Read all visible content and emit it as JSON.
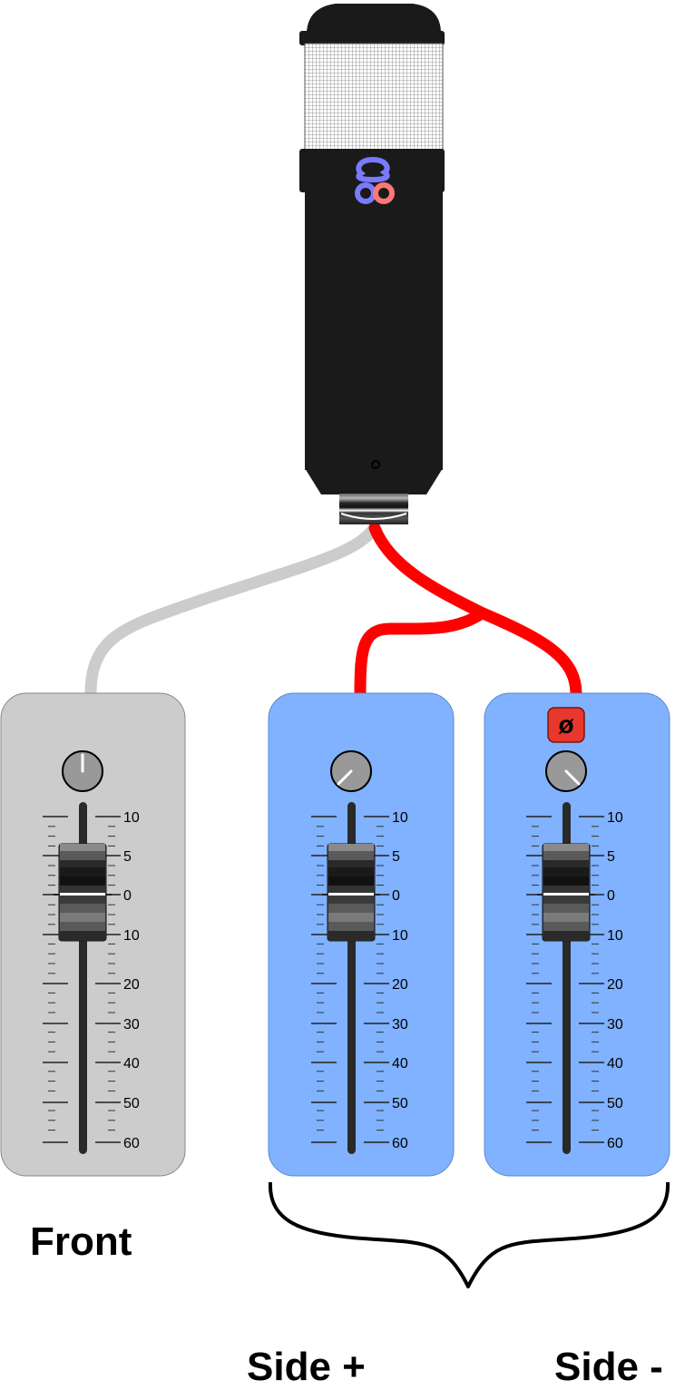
{
  "labels": {
    "front": "Front",
    "side_plus": "Side +",
    "side_minus": "Side -"
  },
  "scale_labels": [
    "10",
    "5",
    "0",
    "10",
    "20",
    "30",
    "40",
    "50",
    "60"
  ],
  "phase_symbol": "ø",
  "channels": [
    {
      "id": "front",
      "color": "#cccccc",
      "knob": "center",
      "phase_button": false,
      "cable_color": "#cccccc"
    },
    {
      "id": "side-plus",
      "color": "#80b2ff",
      "knob": "left",
      "phase_button": false,
      "cable_color": "#ff0000"
    },
    {
      "id": "side-minus",
      "color": "#80b2ff",
      "knob": "right",
      "phase_button": true,
      "cable_color": "#ff0000"
    }
  ],
  "colors": {
    "mic_body": "#1a1a1a",
    "mid_lobe": "#7a7aff",
    "side_lobe": "#ff7777",
    "phase_button": "#e8372d"
  }
}
